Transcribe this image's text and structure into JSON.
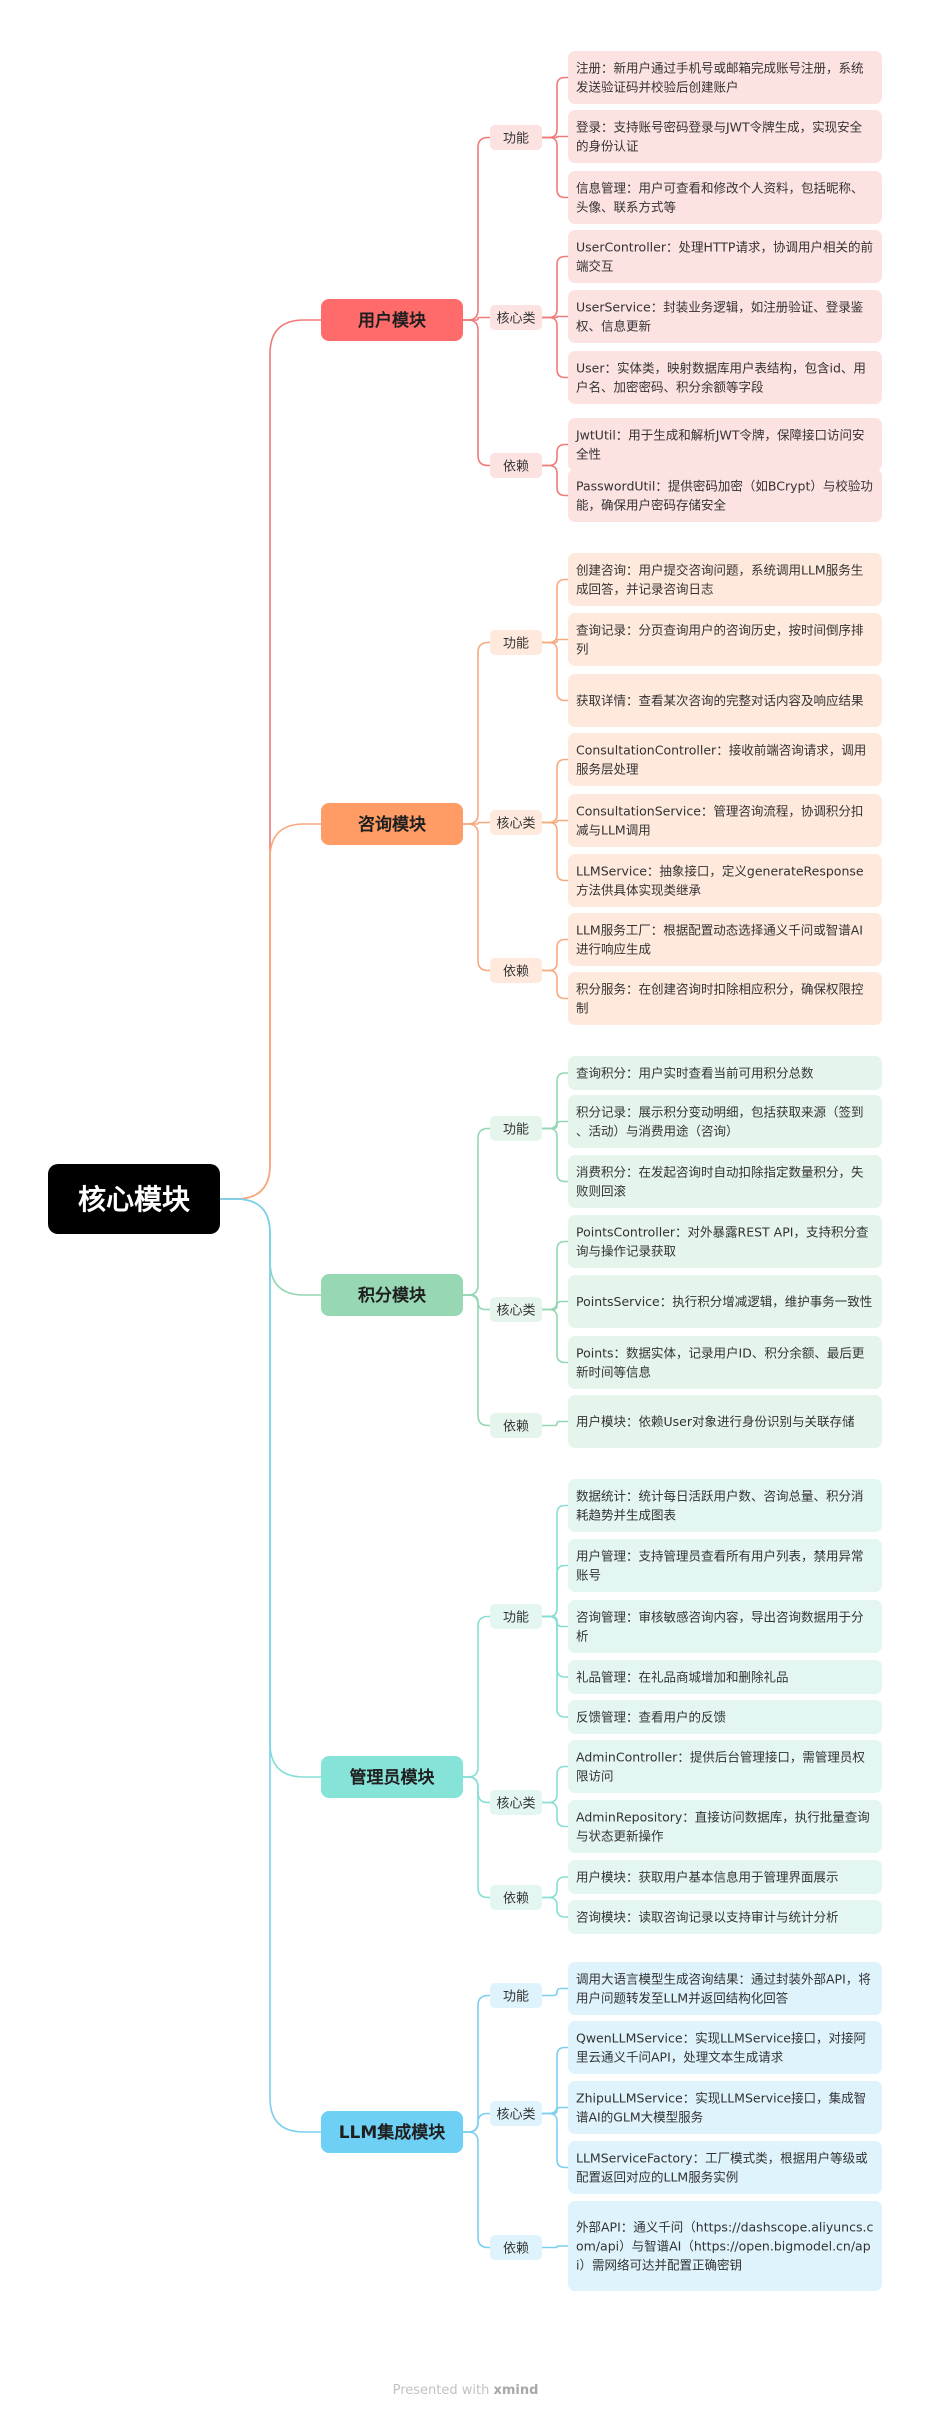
{
  "root": {
    "label": "核心模块"
  },
  "modules": [
    {
      "label": "用户模块",
      "color": "#ff6b6b",
      "line": "#f07a7a",
      "tag_bg": "#fde2e2",
      "leaf_bg": "#fde2e2",
      "groups": [
        {
          "label": "功能",
          "items": [
            "注册：新用户通过手机号或邮箱完成账号注册，系统发送验证码并校验后创建账户",
            "登录：支持账号密码登录与JWT令牌生成，实现安全的身份认证",
            "信息管理：用户可查看和修改个人资料，包括昵称、头像、联系方式等"
          ]
        },
        {
          "label": "核心类",
          "items": [
            "UserController：处理HTTP请求，协调用户相关的前端交互",
            "UserService：封装业务逻辑，如注册验证、登录鉴权、信息更新",
            "User：实体类，映射数据库用户表结构，包含id、用户名、加密密码、积分余额等字段"
          ]
        },
        {
          "label": "依赖",
          "items": [
            "JwtUtil：用于生成和解析JWT令牌，保障接口访问安全性",
            "PasswordUtil：提供密码加密（如BCrypt）与校验功能，确保用户密码存储安全"
          ]
        }
      ]
    },
    {
      "label": "咨询模块",
      "color": "#ff9b65",
      "line": "#f7a97e",
      "tag_bg": "#ffe9dc",
      "leaf_bg": "#ffe9dc",
      "groups": [
        {
          "label": "功能",
          "items": [
            "创建咨询：用户提交咨询问题，系统调用LLM服务生成回答，并记录咨询日志",
            "查询记录：分页查询用户的咨询历史，按时间倒序排列",
            "获取详情：查看某次咨询的完整对话内容及响应结果"
          ]
        },
        {
          "label": "核心类",
          "items": [
            "ConsultationController：接收前端咨询请求，调用服务层处理",
            "ConsultationService：管理咨询流程，协调积分扣减与LLM调用",
            "LLMService：抽象接口，定义generateResponse方法供具体实现类继承"
          ]
        },
        {
          "label": "依赖",
          "items": [
            "LLM服务工厂：根据配置动态选择通义千问或智谱AI进行响应生成",
            "积分服务：在创建咨询时扣除相应积分，确保权限控制"
          ]
        }
      ]
    },
    {
      "label": "积分模块",
      "color": "#97d7b4",
      "line": "#96d6b3",
      "tag_bg": "#e6f5ec",
      "leaf_bg": "#e6f5ec",
      "groups": [
        {
          "label": "功能",
          "items": [
            "查询积分：用户实时查看当前可用积分总数",
            "积分记录：展示积分变动明细，包括获取来源（签到、活动）与消费用途（咨询）",
            "消费积分：在发起咨询时自动扣除指定数量积分，失败则回滚"
          ]
        },
        {
          "label": "核心类",
          "items": [
            "PointsController：对外暴露REST API，支持积分查询与操作记录获取",
            "PointsService：执行积分增减逻辑，维护事务一致性",
            "Points：数据实体，记录用户ID、积分余额、最后更新时间等信息"
          ]
        },
        {
          "label": "依赖",
          "items": [
            "用户模块：依赖User对象进行身份识别与关联存储"
          ]
        }
      ]
    },
    {
      "label": "管理员模块",
      "color": "#86e3d8",
      "line": "#86dfd4",
      "tag_bg": "#e3f6f2",
      "leaf_bg": "#e3f6f2",
      "groups": [
        {
          "label": "功能",
          "items": [
            "数据统计：统计每日活跃用户数、咨询总量、积分消耗趋势并生成图表",
            "用户管理：支持管理员查看所有用户列表，禁用异常账号",
            "咨询管理：审核敏感咨询内容，导出咨询数据用于分析",
            "礼品管理：在礼品商城增加和删除礼品",
            "反馈管理：查看用户的反馈"
          ]
        },
        {
          "label": "核心类",
          "items": [
            "AdminController：提供后台管理接口，需管理员权限访问",
            "AdminRepository：直接访问数据库，执行批量查询与状态更新操作"
          ]
        },
        {
          "label": "依赖",
          "items": [
            "用户模块：获取用户基本信息用于管理界面展示",
            "咨询模块：读取咨询记录以支持审计与统计分析"
          ]
        }
      ]
    },
    {
      "label": "LLM集成模块",
      "color": "#6fd0f5",
      "line": "#7ccfee",
      "tag_bg": "#def3fb",
      "leaf_bg": "#def3fb",
      "groups": [
        {
          "label": "功能",
          "items": [
            "调用大语言模型生成咨询结果：通过封装外部API，将用户问题转发至LLM并返回结构化回答"
          ]
        },
        {
          "label": "核心类",
          "items": [
            "QwenLLMService：实现LLMService接口，对接阿里云通义千问API，处理文本生成请求",
            "ZhipuLLMService：实现LLMService接口，集成智谱AI的GLM大模型服务",
            "LLMServiceFactory：工厂模式类，根据用户等级或配置返回对应的LLM服务实例"
          ]
        },
        {
          "label": "依赖",
          "items": [
            "外部API：通义千问（https://dashscope.aliyuncs.com/api）与智谱AI（https://open.bigmodel.cn/api）需网络可达并配置正确密钥"
          ]
        }
      ]
    }
  ],
  "footer": {
    "prefix": "Presented with",
    "brand": "xmind"
  }
}
